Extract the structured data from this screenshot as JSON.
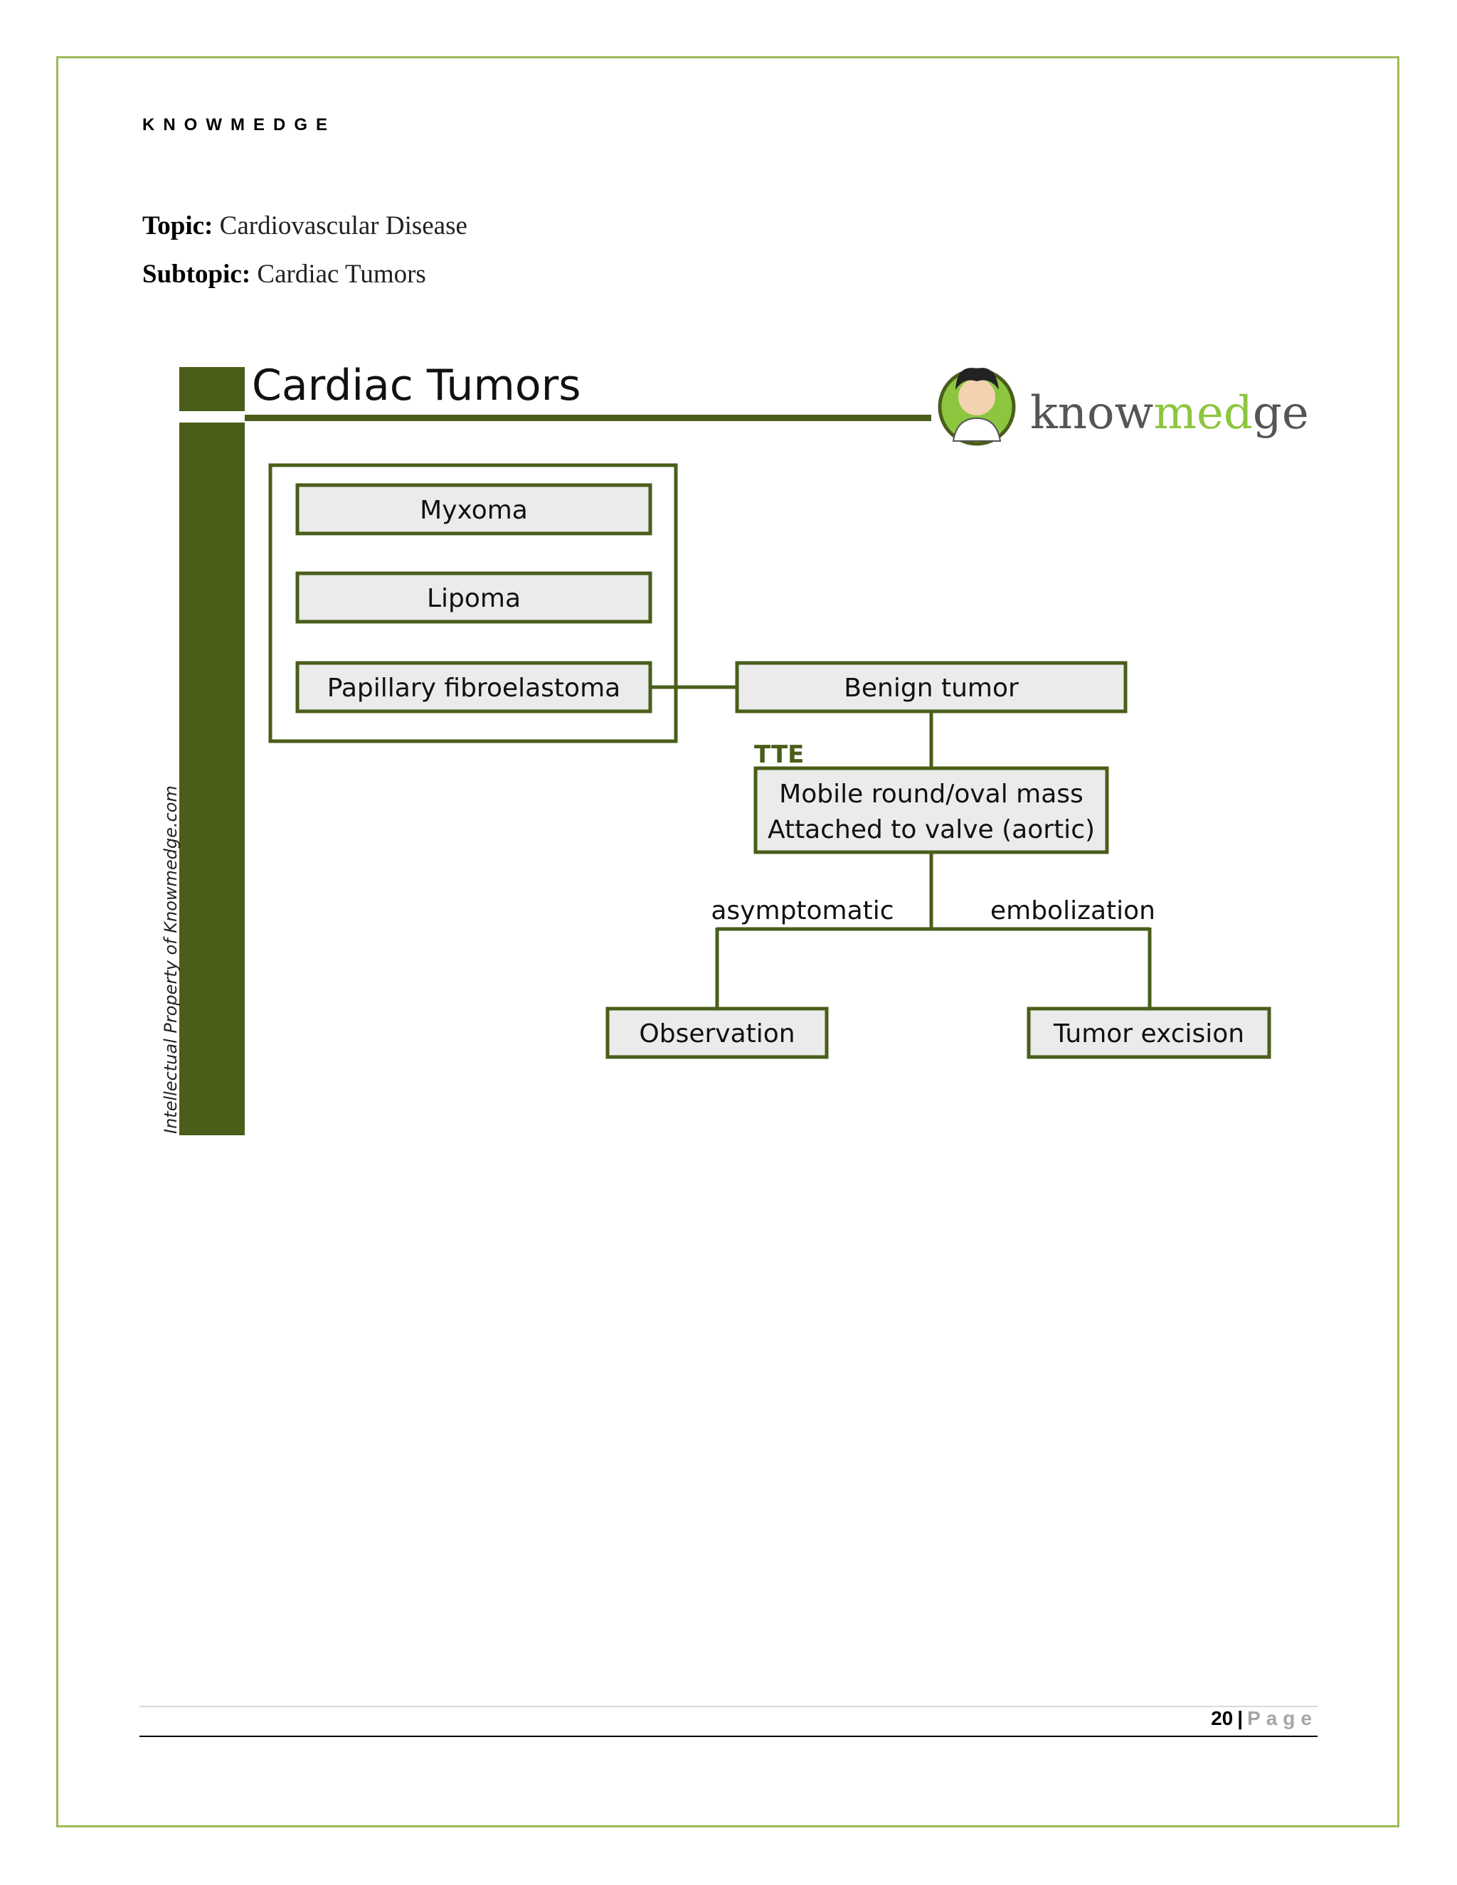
{
  "header": {
    "brand": "KNOWMEDGE"
  },
  "topic": {
    "label": "Topic:",
    "value": "Cardiovascular Disease"
  },
  "subtopic": {
    "label": "Subtopic:",
    "value": "Cardiac Tumors"
  },
  "diagram": {
    "title": "Cardiac Tumors",
    "logo": {
      "text_part1": "know",
      "text_part2": "med",
      "text_part3": "ge"
    },
    "watermark": "Intellectual Property of Knowmedge.com",
    "types": [
      "Myxoma",
      "Lipoma",
      "Papillary fibroelastoma"
    ],
    "benign": "Benign tumor",
    "tte_label": "TTE",
    "finding_line1": "Mobile round/oval mass",
    "finding_line2": "Attached to valve (aortic)",
    "branch_left_label": "asymptomatic",
    "branch_right_label": "embolization",
    "outcome_left": "Observation",
    "outcome_right": "Tumor excision",
    "colors": {
      "dark_green": "#4a5e1a",
      "light_green": "#8cc63f",
      "box_fill": "#ebebeb"
    }
  },
  "footer": {
    "page_number": "20",
    "separator": "|",
    "page_word": "Page"
  }
}
